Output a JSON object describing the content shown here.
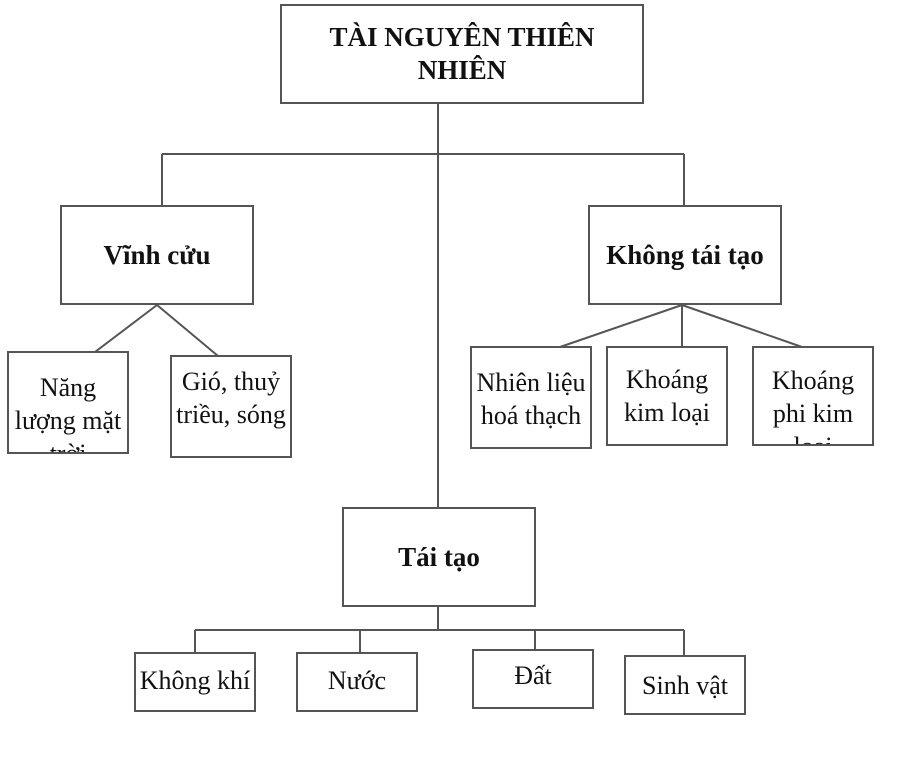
{
  "root": {
    "title": "TÀI NGUYÊN THIÊN NHIÊN"
  },
  "categories": {
    "vinh_cuu": {
      "label": "Vĩnh cửu",
      "items": [
        "Năng lượng mặt trời",
        "Gió, thuỷ triều, sóng"
      ]
    },
    "khong_tai_tao": {
      "label": "Không tái tạo",
      "items": [
        "Nhiên liệu hoá thạch",
        "Khoáng kim loại",
        "Khoáng phi kim loại"
      ]
    },
    "tai_tao": {
      "label": "Tái tạo",
      "items": [
        "Không khí",
        "Nước",
        "Đất",
        "Sinh vật"
      ]
    }
  }
}
